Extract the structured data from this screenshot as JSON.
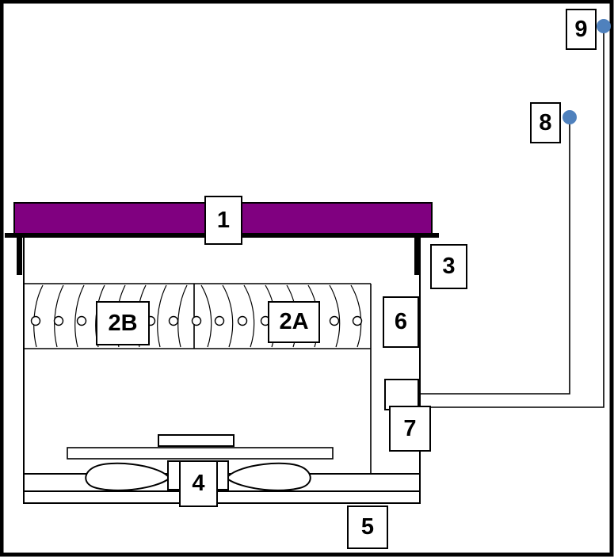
{
  "diagram": {
    "labels": {
      "n1": "1",
      "n2a": "2A",
      "n2b": "2B",
      "n3": "3",
      "n4": "4",
      "n5": "5",
      "n6": "6",
      "n7": "7",
      "n8": "8",
      "n9": "9"
    },
    "colors": {
      "panel_fill": "#800080",
      "sensor_dot_fill": "#4f81bd",
      "sensor_dot_stroke": "#2c4d75",
      "line": "#000000",
      "label_background": "#ffffff",
      "frame": "#000000",
      "background": "#ffffff"
    }
  }
}
